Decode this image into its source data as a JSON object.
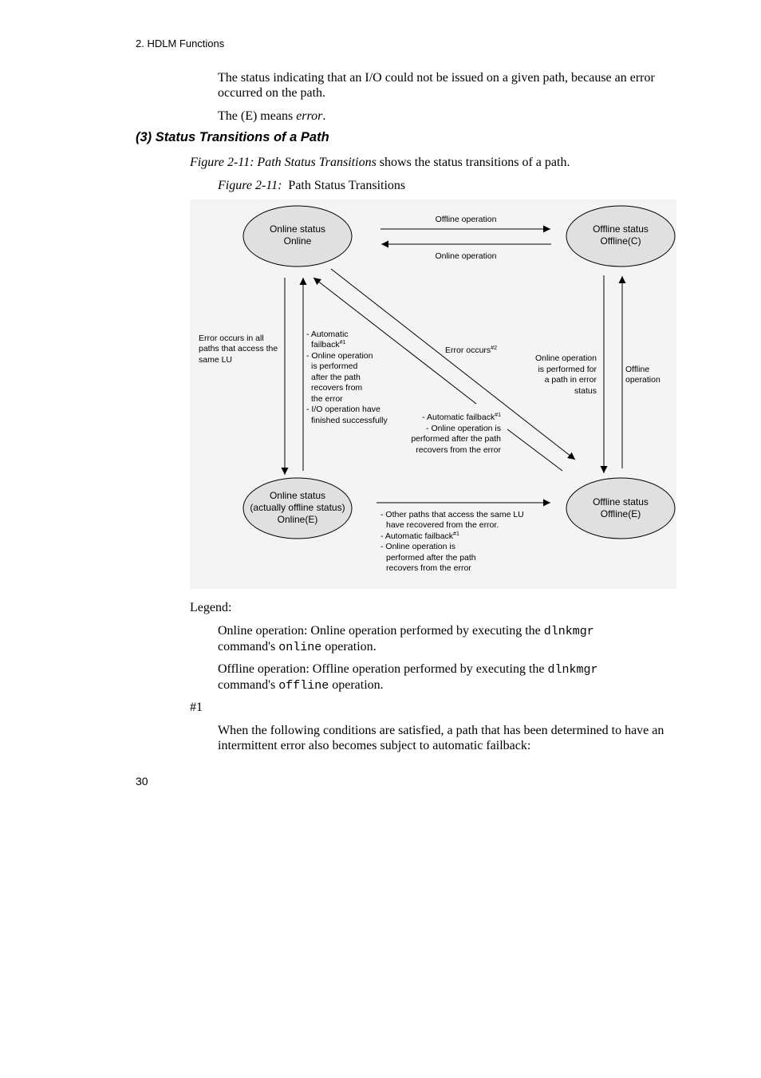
{
  "header": {
    "chapter": "2.  HDLM Functions"
  },
  "intro": {
    "p1": "The status indicating that an I/O could not be issued on a given path, because an error occurred on the path.",
    "p2_prefix": "The (E) means ",
    "p2_em": "error",
    "p2_suffix": "."
  },
  "section": {
    "title": "(3)  Status Transitions of a Path"
  },
  "ref": {
    "fig_ref": "Figure  2-11:  Path Status Transitions",
    "suffix": " shows the status transitions of a path."
  },
  "figure": {
    "caption_num": "Figure  2-11:",
    "caption_title": "Path Status Transitions",
    "states": {
      "online": {
        "l1": "Online status",
        "l2": "Online"
      },
      "offline_c": {
        "l1": "Offline status",
        "l2": "Offline(C)"
      },
      "online_e": {
        "l1": "Online status",
        "l2": "(actually offline status)",
        "l3": "Online(E)"
      },
      "offline_e": {
        "l1": "Offline status",
        "l2": "Offline(E)"
      }
    },
    "labels": {
      "top_offline_op": "Offline operation",
      "top_online_op": "Online operation",
      "left_error": [
        "Error occurs in all",
        "paths that access the",
        "same LU"
      ],
      "left_recover": [
        "- Automatic",
        "failback",
        "- Online operation",
        "is performed",
        "after the path",
        "recovers from",
        "the error",
        "- I/O operation have",
        "finished successfully"
      ],
      "sup1": "#1",
      "sup2": "#2",
      "error_occurs": "Error occurs",
      "diag_recover": [
        "- Automatic failback",
        "- Online operation is",
        "performed after the path",
        "recovers from the error"
      ],
      "right_online": [
        "Online operation",
        "is performed for",
        "a path in error",
        "status"
      ],
      "right_offline": [
        "Offline",
        "operation"
      ],
      "bottom": [
        "- Other paths that access the  same LU",
        "have recovered from the error.",
        "- Automatic failback",
        "- Online operation is",
        "performed after the path",
        "recovers from the error"
      ]
    }
  },
  "legend": {
    "title": "Legend:",
    "online_prefix": "Online operation: Online operation performed by executing the ",
    "online_cmd": "dlnkmgr",
    "online_line2_prefix": "command's ",
    "online_sub": "online",
    "online_suffix": " operation.",
    "offline_prefix": "Offline operation: Offline operation performed by executing the ",
    "offline_cmd": "dlnkmgr",
    "offline_line2_prefix": "command's ",
    "offline_sub": "offline",
    "offline_suffix": " operation."
  },
  "note1": {
    "label": "#1",
    "text": "When the following conditions are satisfied, a path that has been determined to have an intermittent error also becomes subject to automatic failback:"
  },
  "page": {
    "number": "30"
  }
}
